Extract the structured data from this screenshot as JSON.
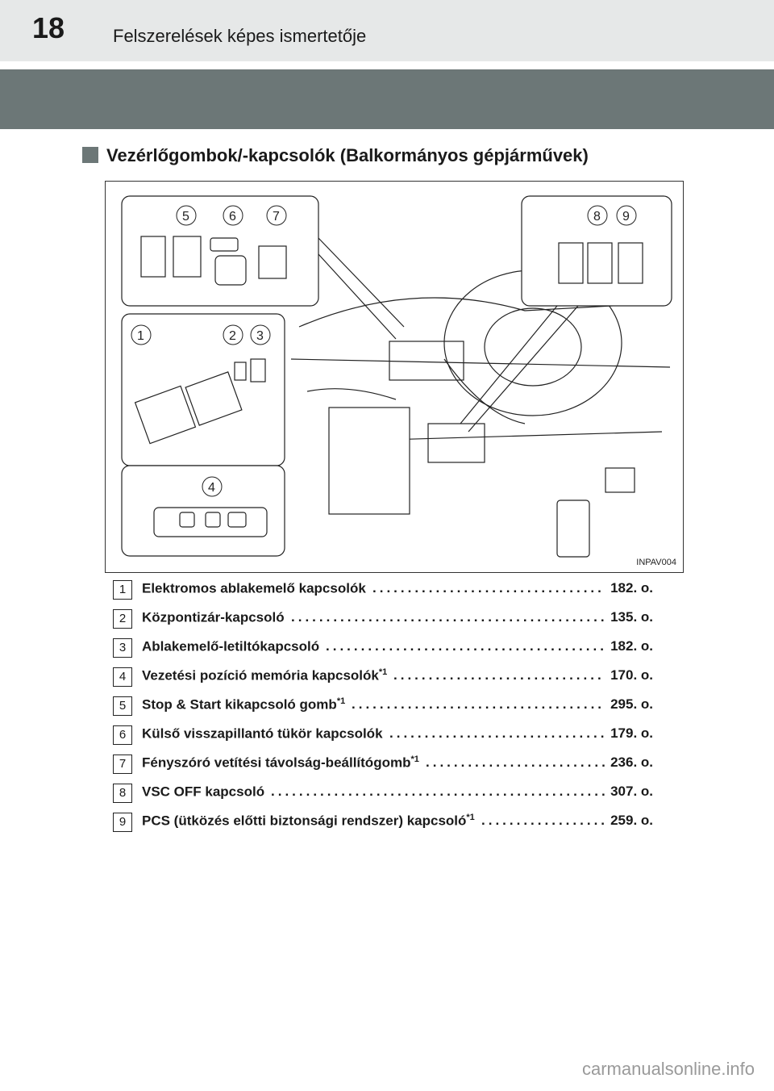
{
  "header": {
    "page_number": "18",
    "chapter": "Felszerelések képes ismertetője"
  },
  "section": {
    "title": "Vezérlőgombok/-kapcsolók (Balkormányos gépjárművek)"
  },
  "figure": {
    "code": "INPAV004",
    "callouts": [
      "5",
      "6",
      "7",
      "8",
      "9",
      "1",
      "2",
      "3",
      "4"
    ]
  },
  "items": [
    {
      "num": "1",
      "label": "Elektromos ablakemelő kapcsolók",
      "note": "",
      "page": "182. o."
    },
    {
      "num": "2",
      "label": "Központizár-kapcsoló",
      "note": "",
      "page": "135. o."
    },
    {
      "num": "3",
      "label": "Ablakemelő-letiltókapcsoló",
      "note": "",
      "page": "182. o."
    },
    {
      "num": "4",
      "label": "Vezetési pozíció memória kapcsolók",
      "note": "*1",
      "page": "170. o."
    },
    {
      "num": "5",
      "label": "Stop & Start kikapcsoló gomb",
      "note": "*1",
      "page": "295. o."
    },
    {
      "num": "6",
      "label": "Külső visszapillantó tükör kapcsolók",
      "note": "",
      "page": "179. o."
    },
    {
      "num": "7",
      "label": "Fényszóró vetítési távolság-beállítógomb",
      "note": "*1",
      "page": "236. o."
    },
    {
      "num": "8",
      "label": "VSC OFF kapcsoló",
      "note": "",
      "page": "307. o."
    },
    {
      "num": "9",
      "label": "PCS (ütközés előtti biztonsági rendszer) kapcsoló",
      "note": "*1",
      "page": "259. o."
    }
  ],
  "watermark": "carmanualsonline.info"
}
